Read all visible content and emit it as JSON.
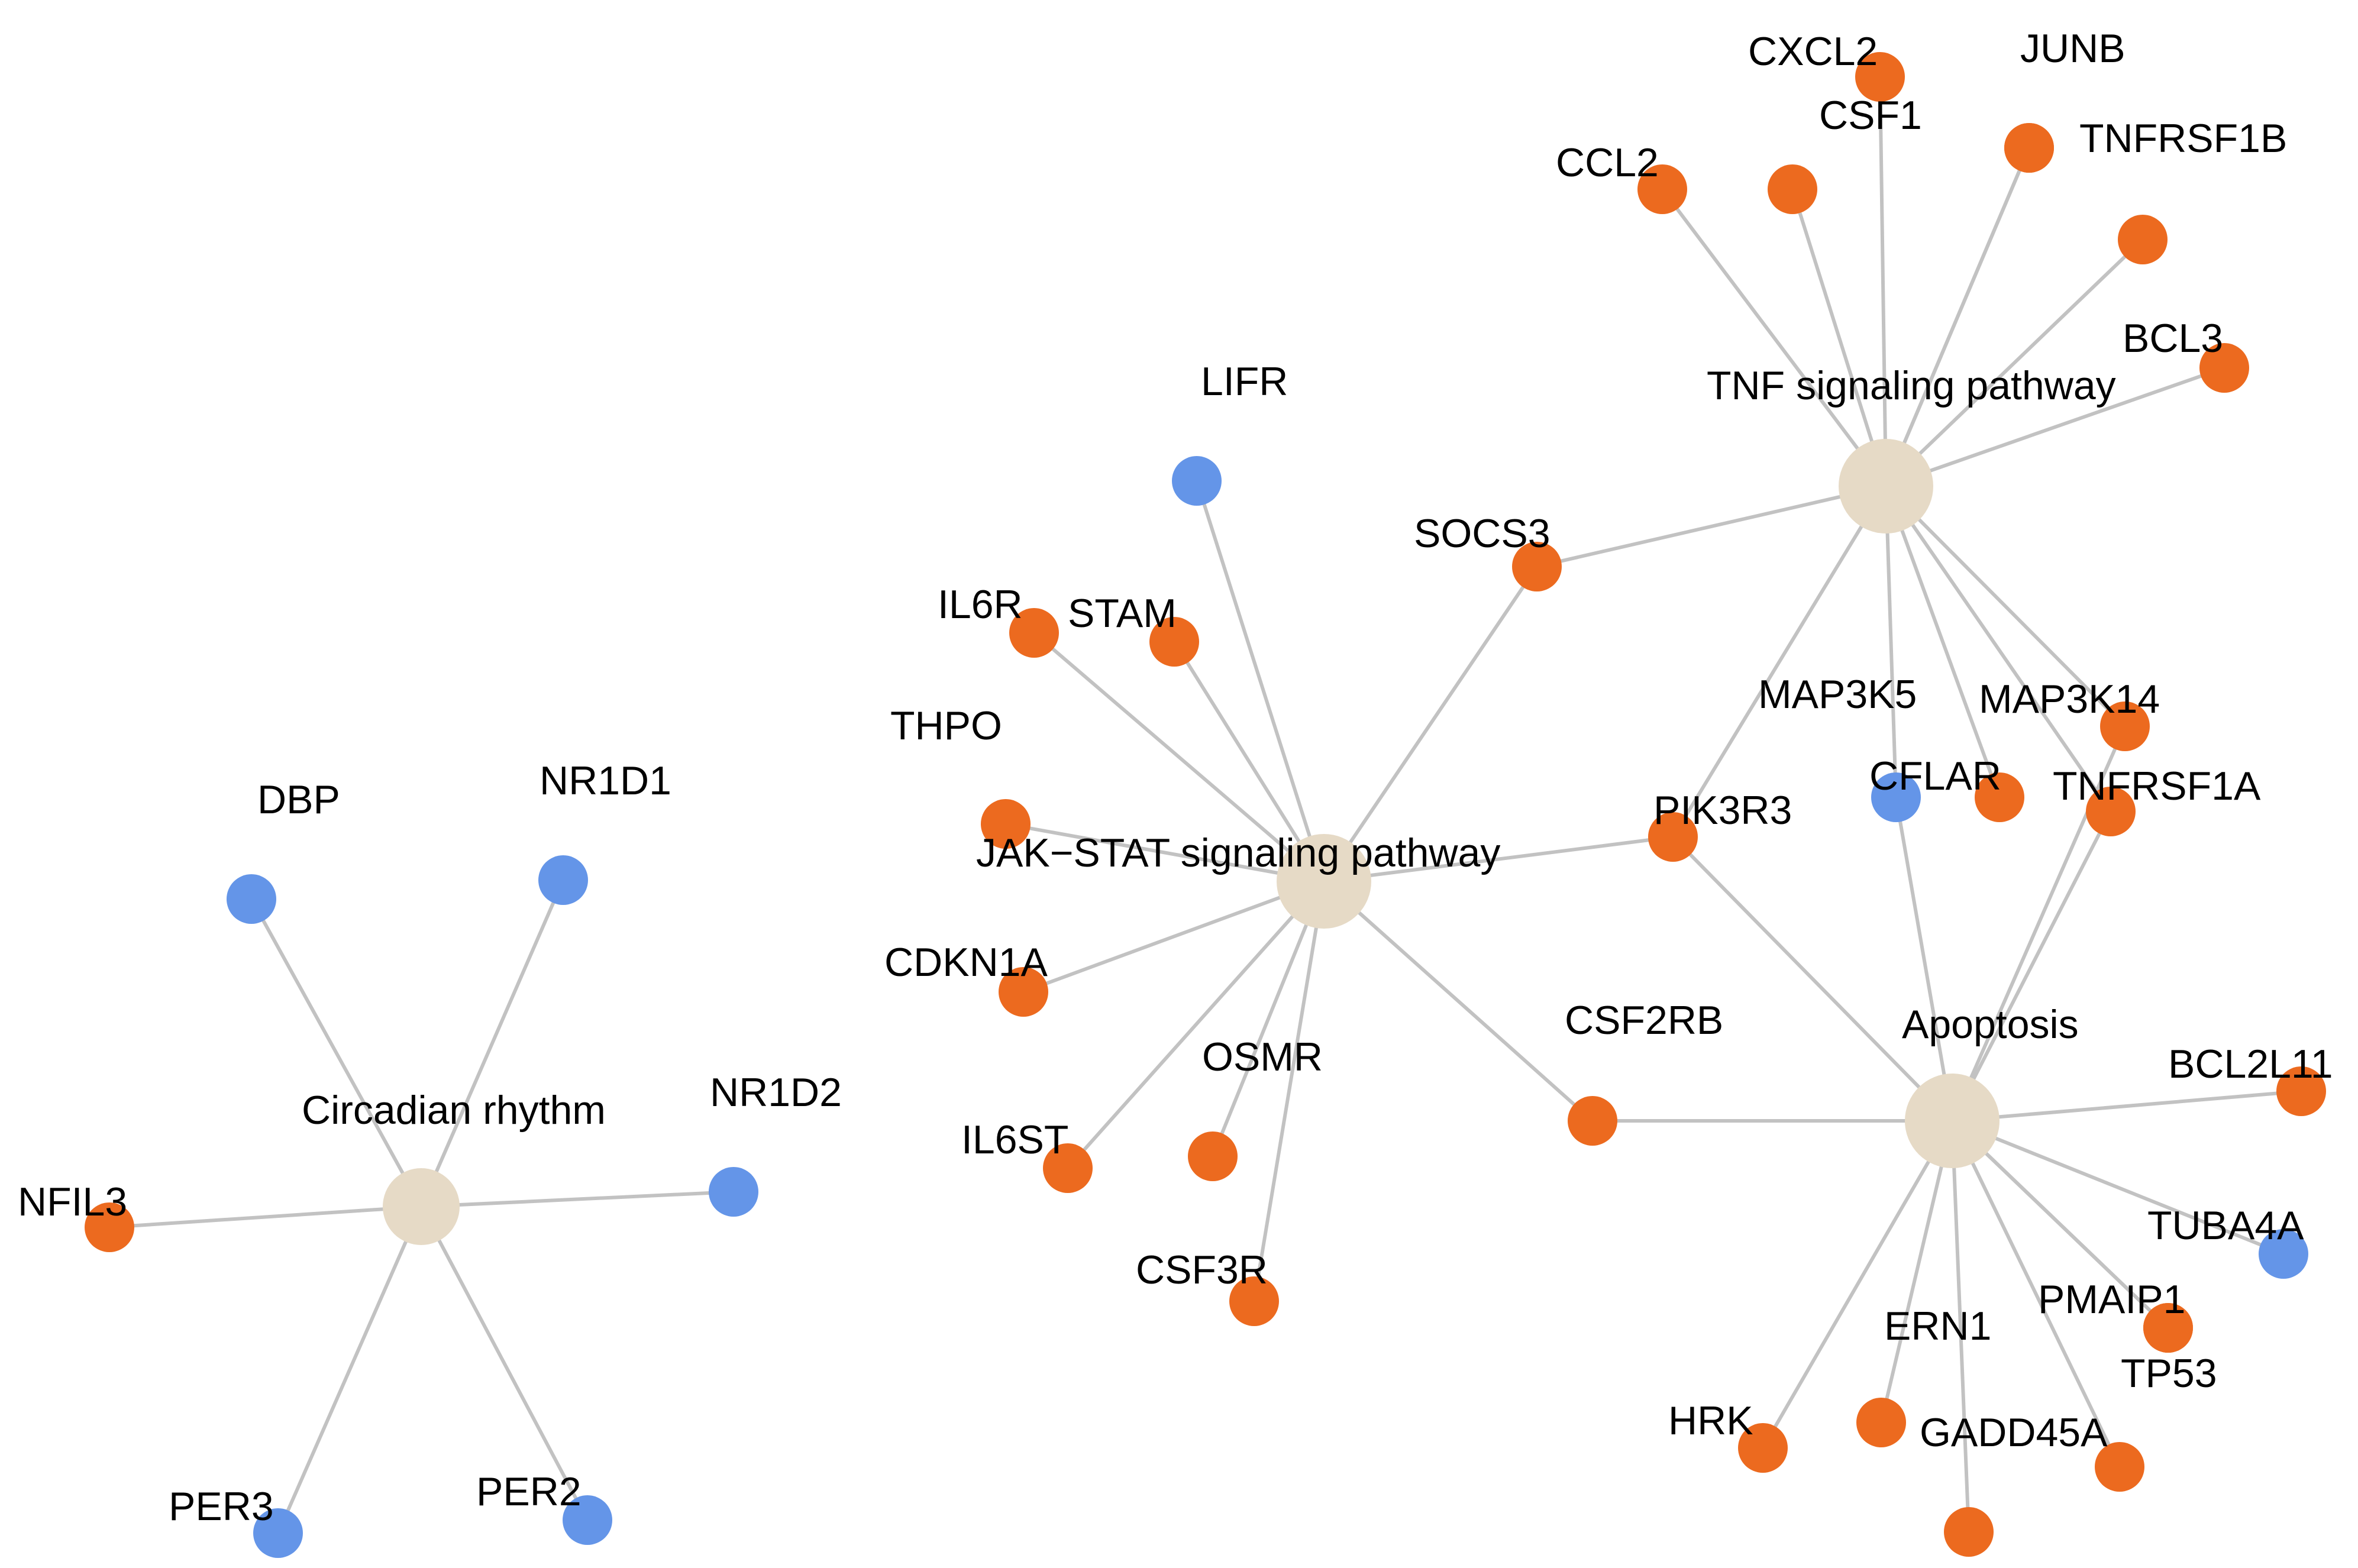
{
  "colors": {
    "hub": "#e6dac6",
    "up": "#ec6a1f",
    "down": "#6495e8",
    "edge": "#c2c2c2"
  },
  "hubs": [
    {
      "id": "tnf",
      "label": "TNF signaling pathway"
    },
    {
      "id": "jak",
      "label": "JAK−STAT signaling pathway"
    },
    {
      "id": "apo",
      "label": "Apoptosis"
    },
    {
      "id": "circ",
      "label": "Circadian rhythm"
    }
  ],
  "genes": [
    {
      "id": "CXCL2",
      "label": "CXCL2",
      "regulation": "up"
    },
    {
      "id": "JUNB",
      "label": "JUNB",
      "regulation": "up"
    },
    {
      "id": "CSF1",
      "label": "CSF1",
      "regulation": "up"
    },
    {
      "id": "CCL2",
      "label": "CCL2",
      "regulation": "up"
    },
    {
      "id": "TNFRSF1B",
      "label": "TNFRSF1B",
      "regulation": "up"
    },
    {
      "id": "BCL3",
      "label": "BCL3",
      "regulation": "up"
    },
    {
      "id": "TNF_EXTRA",
      "label": "",
      "regulation": "up"
    },
    {
      "id": "LIFR",
      "label": "LIFR",
      "regulation": "down"
    },
    {
      "id": "SOCS3",
      "label": "SOCS3",
      "regulation": "up"
    },
    {
      "id": "IL6R",
      "label": "IL6R",
      "regulation": "up"
    },
    {
      "id": "STAM",
      "label": "STAM",
      "regulation": "up"
    },
    {
      "id": "THPO",
      "label": "THPO",
      "regulation": "up"
    },
    {
      "id": "CDKN1A",
      "label": "CDKN1A",
      "regulation": "up"
    },
    {
      "id": "OSMR",
      "label": "OSMR",
      "regulation": "up"
    },
    {
      "id": "IL6ST",
      "label": "IL6ST",
      "regulation": "up"
    },
    {
      "id": "CSF3R",
      "label": "CSF3R",
      "regulation": "up"
    },
    {
      "id": "MAP3K5",
      "label": "MAP3K5",
      "regulation": "up"
    },
    {
      "id": "PIK3R3",
      "label": "PIK3R3",
      "regulation": "up"
    },
    {
      "id": "MAP3K14",
      "label": "MAP3K14",
      "regulation": "up"
    },
    {
      "id": "CFLAR",
      "label": "CFLAR",
      "regulation": "down"
    },
    {
      "id": "TNFRSF1A",
      "label": "TNFRSF1A",
      "regulation": "up"
    },
    {
      "id": "CSF2RB",
      "label": "CSF2RB",
      "regulation": "up"
    },
    {
      "id": "BCL2L11",
      "label": "BCL2L11",
      "regulation": "up"
    },
    {
      "id": "TUBA4A",
      "label": "TUBA4A",
      "regulation": "down"
    },
    {
      "id": "PMAIP1",
      "label": "PMAIP1",
      "regulation": "up"
    },
    {
      "id": "TP53",
      "label": "TP53",
      "regulation": "up"
    },
    {
      "id": "ERN1",
      "label": "ERN1",
      "regulation": "up"
    },
    {
      "id": "HRK",
      "label": "HRK",
      "regulation": "up"
    },
    {
      "id": "GADD45A",
      "label": "GADD45A",
      "regulation": "up"
    },
    {
      "id": "APO_EXTRA",
      "label": "",
      "regulation": "up"
    },
    {
      "id": "DBP",
      "label": "DBP",
      "regulation": "down"
    },
    {
      "id": "NR1D1",
      "label": "NR1D1",
      "regulation": "down"
    },
    {
      "id": "NR1D2",
      "label": "NR1D2",
      "regulation": "down"
    },
    {
      "id": "NFIL3",
      "label": "NFIL3",
      "regulation": "up"
    },
    {
      "id": "PER3",
      "label": "PER3",
      "regulation": "down"
    },
    {
      "id": "PER2",
      "label": "PER2",
      "regulation": "down"
    }
  ],
  "edges": [
    [
      "tnf",
      "CXCL2"
    ],
    [
      "tnf",
      "JUNB"
    ],
    [
      "tnf",
      "CSF1"
    ],
    [
      "tnf",
      "CCL2"
    ],
    [
      "tnf",
      "TNFRSF1B"
    ],
    [
      "tnf",
      "BCL3"
    ],
    [
      "tnf",
      "TNF_EXTRA"
    ],
    [
      "tnf",
      "SOCS3"
    ],
    [
      "tnf",
      "MAP3K5"
    ],
    [
      "tnf",
      "CFLAR"
    ],
    [
      "tnf",
      "MAP3K14"
    ],
    [
      "tnf",
      "TNFRSF1A"
    ],
    [
      "tnf",
      "PIK3R3"
    ],
    [
      "jak",
      "LIFR"
    ],
    [
      "jak",
      "SOCS3"
    ],
    [
      "jak",
      "IL6R"
    ],
    [
      "jak",
      "STAM"
    ],
    [
      "jak",
      "THPO"
    ],
    [
      "jak",
      "CDKN1A"
    ],
    [
      "jak",
      "OSMR"
    ],
    [
      "jak",
      "IL6ST"
    ],
    [
      "jak",
      "CSF3R"
    ],
    [
      "jak",
      "PIK3R3"
    ],
    [
      "jak",
      "CSF2RB"
    ],
    [
      "apo",
      "PIK3R3"
    ],
    [
      "apo",
      "CSF2RB"
    ],
    [
      "apo",
      "CFLAR"
    ],
    [
      "apo",
      "MAP3K14"
    ],
    [
      "apo",
      "TNFRSF1A"
    ],
    [
      "apo",
      "BCL2L11"
    ],
    [
      "apo",
      "TUBA4A"
    ],
    [
      "apo",
      "TP53"
    ],
    [
      "apo",
      "PMAIP1"
    ],
    [
      "apo",
      "GADD45A"
    ],
    [
      "apo",
      "ERN1"
    ],
    [
      "apo",
      "HRK"
    ],
    [
      "apo",
      "APO_EXTRA"
    ],
    [
      "circ",
      "DBP"
    ],
    [
      "circ",
      "NR1D1"
    ],
    [
      "circ",
      "NR1D2"
    ],
    [
      "circ",
      "NFIL3"
    ],
    [
      "circ",
      "PER3"
    ],
    [
      "circ",
      "PER2"
    ]
  ]
}
